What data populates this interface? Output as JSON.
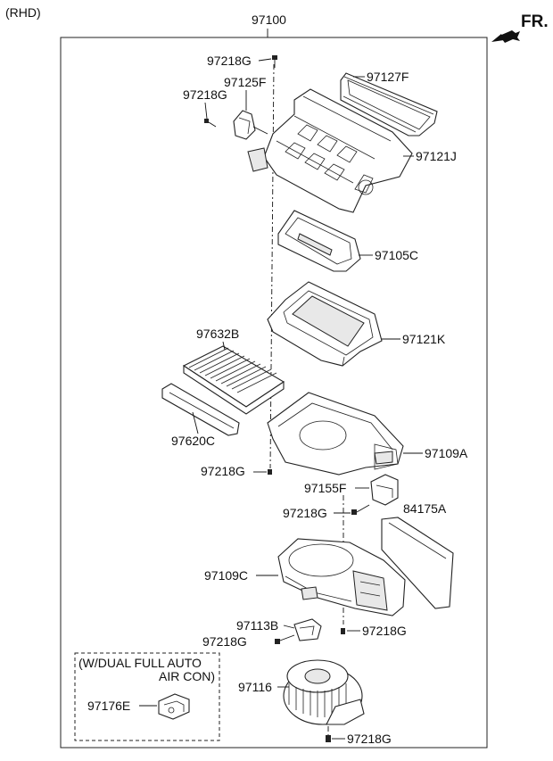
{
  "variant_note": "(RHD)",
  "direction": {
    "label": "FR.",
    "arrow_icon": "front-arrow-icon"
  },
  "assembly_number": "97100",
  "callouts": {
    "bolt_top": "97218G",
    "actuator_small": "97125F",
    "bolt_actuator": "97218G",
    "seal": "97127F",
    "upper_case": "97121J",
    "filter_cover": "97105C",
    "filter_case": "97121K",
    "cabin_filter": "97632B",
    "filter_door": "97620C",
    "bolt_mid": "97218G",
    "blower_upper": "97109A",
    "actuator_mid": "97155F",
    "bolt_actuator_mid": "97218G",
    "insulator_pad": "84175A",
    "blower_lower": "97109C",
    "resistor": "97113B",
    "bolt_resistor": "97218G",
    "bolt_right": "97218G",
    "motor": "97116",
    "bolt_bottom": "97218G"
  },
  "inset": {
    "title_line1": "(W/DUAL FULL AUTO",
    "title_line2": "AIR CON)",
    "part_number": "97176E"
  }
}
